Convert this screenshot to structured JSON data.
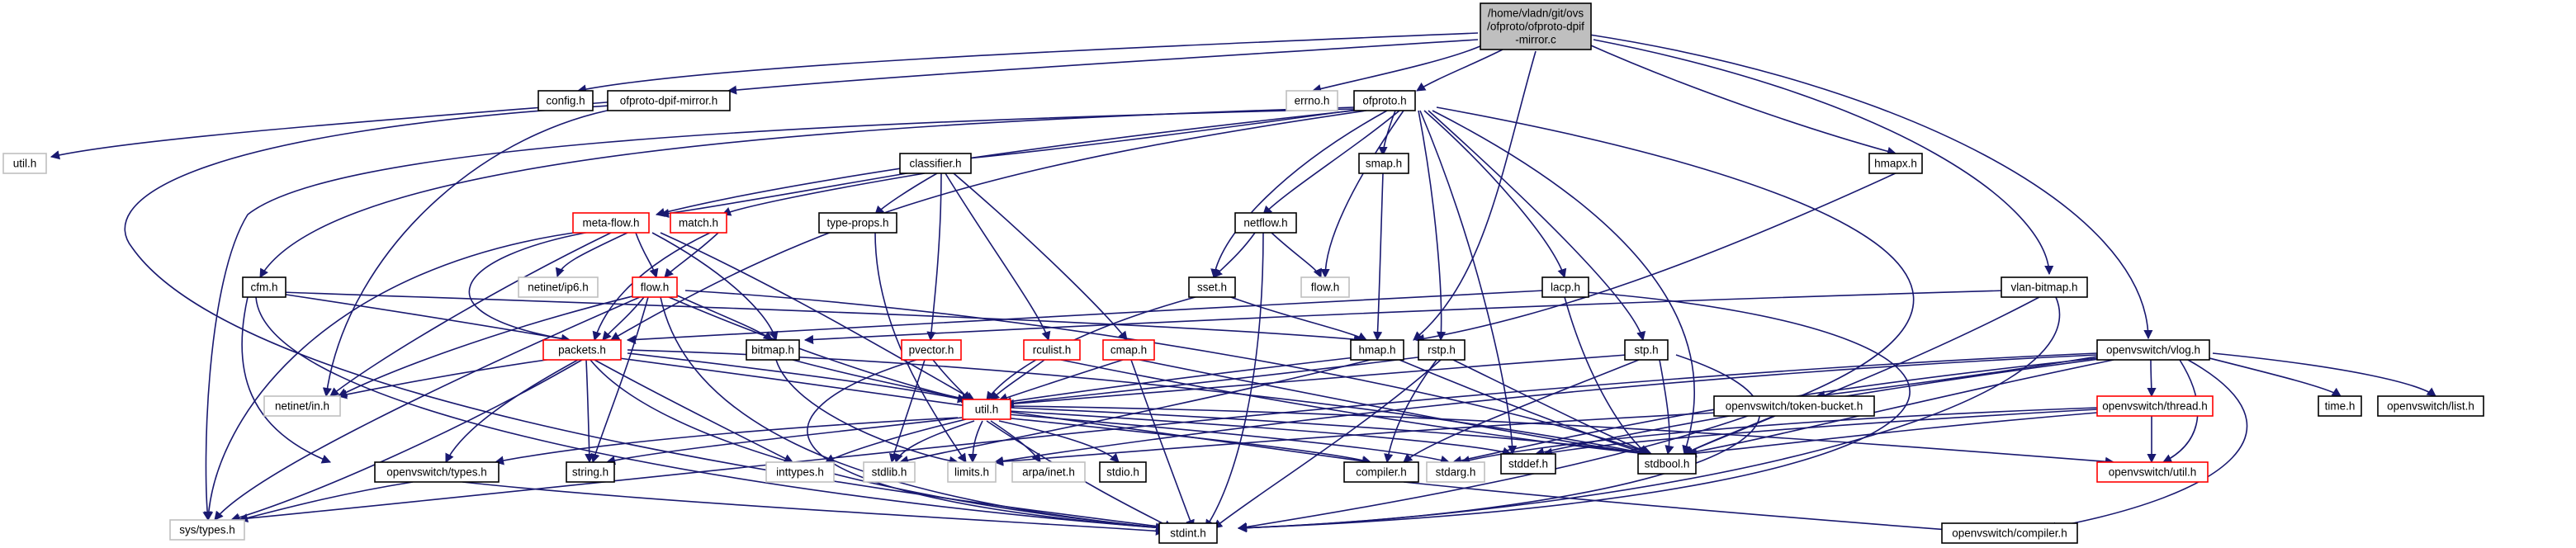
{
  "graph": {
    "root": [
      "/home/vladn/git/ovs",
      "/ofproto/ofproto-dpif",
      "-mirror.c"
    ],
    "nodes": {
      "config_h": "config.h",
      "ofproto_dpif_mirror_h": "ofproto-dpif-mirror.h",
      "errno_h": "errno.h",
      "ofproto_h": "ofproto.h",
      "hmapx_h": "hmapx.h",
      "util_h_ext": "util.h",
      "classifier_h": "classifier.h",
      "smap_h": "smap.h",
      "meta_flow_h": "meta-flow.h",
      "match_h": "match.h",
      "type_props_h": "type-props.h",
      "netflow_h": "netflow.h",
      "cfm_h": "cfm.h",
      "netinet_ip6_h": "netinet/ip6.h",
      "flow_h": "flow.h",
      "flow_h_ext": "flow.h",
      "sset_h": "sset.h",
      "lacp_h": "lacp.h",
      "vlan_bitmap_h": "vlan-bitmap.h",
      "packets_h": "packets.h",
      "bitmap_h": "bitmap.h",
      "pvector_h": "pvector.h",
      "rculist_h": "rculist.h",
      "cmap_h": "cmap.h",
      "hmap_h": "hmap.h",
      "rstp_h": "rstp.h",
      "stp_h": "stp.h",
      "vlog_h": "openvswitch/vlog.h",
      "netinet_in_h": "netinet/in.h",
      "util_h": "util.h",
      "token_bucket_h": "openvswitch/token-bucket.h",
      "thread_h": "openvswitch/thread.h",
      "time_h": "time.h",
      "list_h": "openvswitch/list.h",
      "ovs_types_h": "openvswitch/types.h",
      "string_h": "string.h",
      "inttypes_h": "inttypes.h",
      "stdlib_h": "stdlib.h",
      "limits_h": "limits.h",
      "arpa_inet_h": "arpa/inet.h",
      "stdio_h": "stdio.h",
      "compiler_h": "compiler.h",
      "stdarg_h": "stdarg.h",
      "stddef_h": "stddef.h",
      "stdbool_h": "stdbool.h",
      "ovs_util_h": "openvswitch/util.h",
      "sys_types_h": "sys/types.h",
      "stdint_h": "stdint.h",
      "ovs_compiler_h": "openvswitch/compiler.h"
    }
  }
}
